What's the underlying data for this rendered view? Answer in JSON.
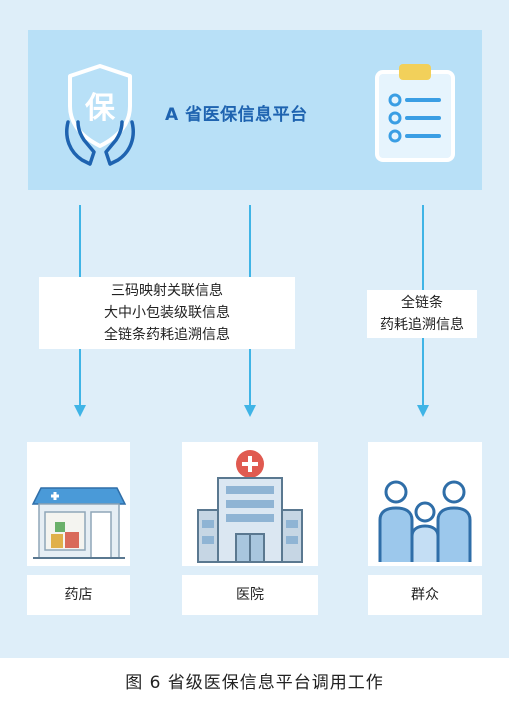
{
  "platform": {
    "title": "A 省医保信息平台",
    "shield_char": "保"
  },
  "flows": {
    "left_label_lines": [
      "三码映射关联信息",
      "大中小包装级联信息",
      "全链条药耗追溯信息"
    ],
    "right_label_lines": [
      "全链条",
      "药耗追溯信息"
    ]
  },
  "targets": {
    "pharmacy": "药店",
    "hospital": "医院",
    "public": "群众"
  },
  "figure_caption": "图 6  省级医保信息平台调用工作",
  "colors": {
    "panel_bg": "#deeef9",
    "platform_bg": "#b8e0f7",
    "accent": "#1e63b0",
    "arrow": "#3fb4e6"
  },
  "icons": [
    "shield-hands-icon",
    "clipboard-icon",
    "pharmacy-icon",
    "hospital-icon",
    "family-icon"
  ]
}
